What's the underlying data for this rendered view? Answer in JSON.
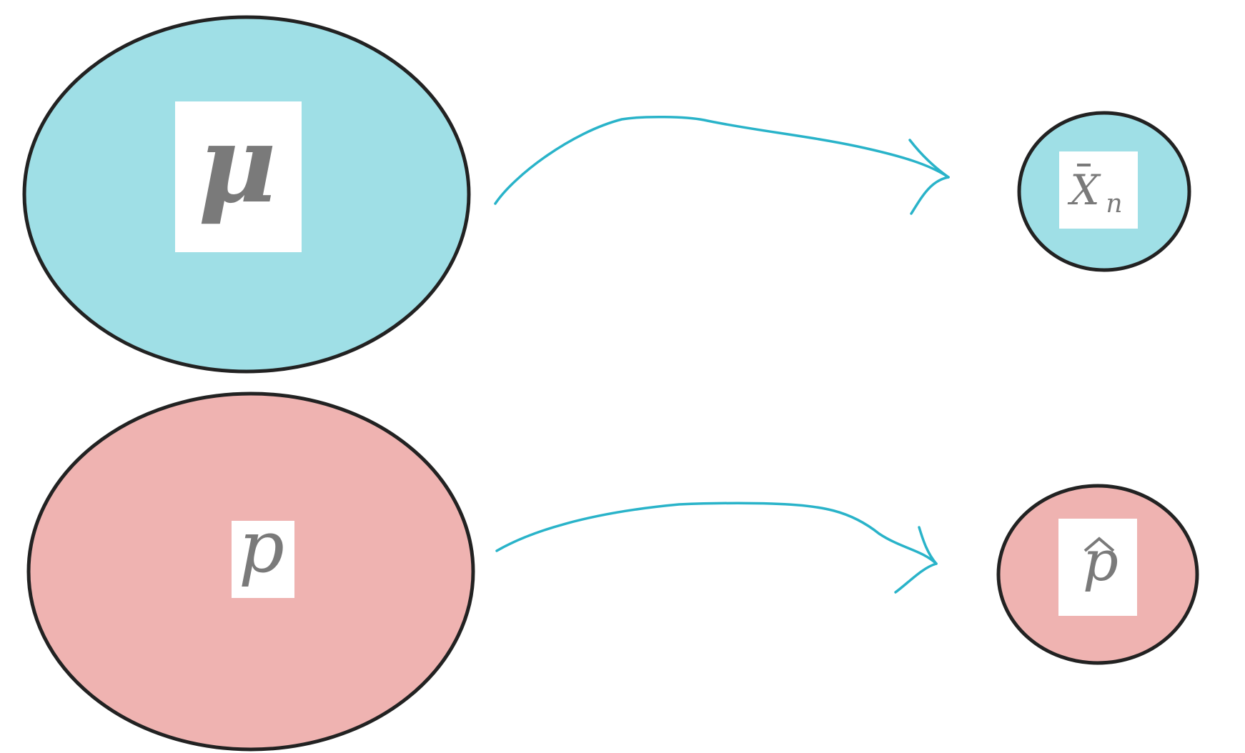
{
  "population_mean": {
    "symbol": "μ",
    "fill": "#9fdfe6"
  },
  "sample_mean": {
    "symbol": "X",
    "subscript": "n",
    "accent": "bar",
    "fill": "#9fdfe6"
  },
  "population_proportion": {
    "symbol": "p",
    "fill": "#efb3b1"
  },
  "sample_proportion": {
    "symbol": "p",
    "accent": "hat",
    "fill": "#efb3b1"
  },
  "colors": {
    "outline": "#222222",
    "arrow": "#29b3c9",
    "label_box": "#ffffff",
    "label_text": "#7a7a7a"
  }
}
